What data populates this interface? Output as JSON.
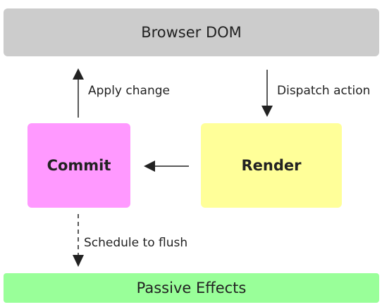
{
  "nodes": {
    "browser_dom": "Browser DOM",
    "commit": "Commit",
    "render": "Render",
    "passive_effects": "Passive Effects"
  },
  "edges": {
    "apply_change": "Apply change",
    "dispatch_action": "Dispatch action",
    "schedule_to_flush": "Schedule to flush"
  },
  "colors": {
    "browser_dom": "#cccccc",
    "commit": "#ff99ff",
    "render": "#ffff99",
    "passive_effects": "#99ff99",
    "arrow": "#222222"
  }
}
